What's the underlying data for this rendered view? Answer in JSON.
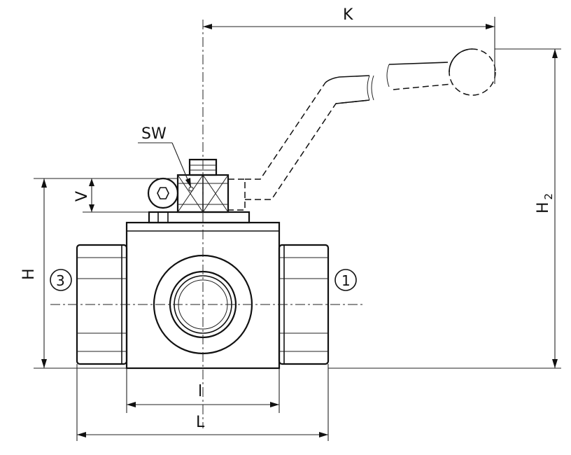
{
  "labels": {
    "k": "K",
    "sw": "SW",
    "v": "V",
    "h2_main": "H",
    "h2_sub": "2",
    "h": "H",
    "l_small": "l",
    "l_large": "L",
    "port_3": "3",
    "port_1": "1"
  }
}
